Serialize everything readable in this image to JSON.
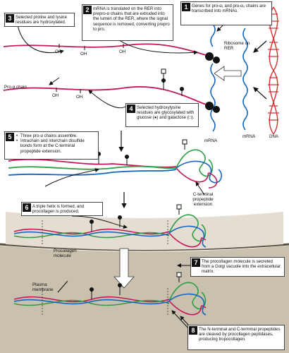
{
  "steps": [
    {
      "num": "1",
      "text": "Genes for pro-α₁ and pro-α₂ chains are transcribed into mRNAs."
    },
    {
      "num": "2",
      "text": "mRNA is translated on the RER into prepro-α chains that are extruded into the lumen of the RER, where the signal sequence is removed, converting prepro to pro."
    },
    {
      "num": "3",
      "text": "Selected proline and lysine residues are hydroxylated."
    },
    {
      "num": "4",
      "text": "Selected hydroxylysine residues are glycosylated with glucose (●) and galactose (□)."
    },
    {
      "num": "5",
      "items": [
        "Three pro-α chains assemble.",
        "Intrachain and interchain disulfide bonds form at the C-terminal propeptide extension."
      ]
    },
    {
      "num": "6",
      "text": "A triple helix is formed, and procollagen is produced."
    },
    {
      "num": "7",
      "text": "The procollagen molecule is secreted from a Golgi vacuole into the extracellular matrix."
    },
    {
      "num": "8",
      "text": "The N-terminal and C-terminal propeptides are cleaved by procollagen peptidases, producing tropocollagen."
    }
  ],
  "labels": {
    "ribosome": "Ribosome on RER",
    "oh": "OH",
    "pro_chain": "Pro-α chain",
    "mrna": "mRNA",
    "dna": "DNA",
    "c_terminal": "C-terminal propeptide extension",
    "procollagen": "Procollagen molecule",
    "plasma": "Plasma membrane"
  },
  "colors": {
    "pink": "#c2185b",
    "blue": "#1565c0",
    "green": "#2e9e44",
    "red": "#d32f2f",
    "cytoplasm": "#e4ded2",
    "extracellular": "#c9c1ad"
  }
}
